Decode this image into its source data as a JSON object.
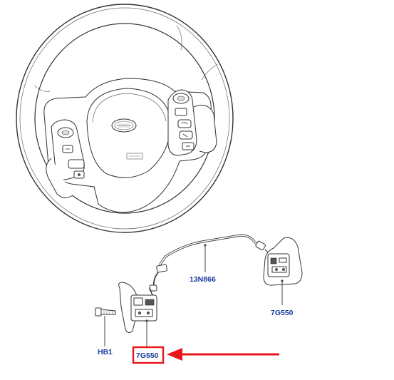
{
  "labels": {
    "harness": "13N866",
    "switch_right": "7G550",
    "bolt": "HB1",
    "switch_left": "7G550"
  },
  "colors": {
    "label": "#1a3c9c",
    "highlight": "#e8161b",
    "line": "#444444"
  },
  "icons": {
    "logo": "land-rover-logo-icon",
    "arrow": "red-arrow-icon"
  }
}
